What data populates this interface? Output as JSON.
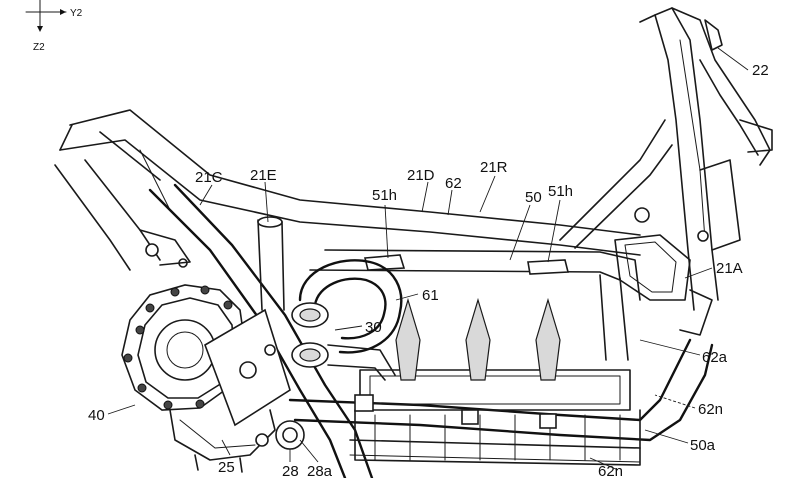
{
  "axes": {
    "horizontal": "Y2",
    "vertical": "Z2"
  },
  "labels": {
    "l22": "22",
    "l21C": "21C",
    "l21E": "21E",
    "l21D": "21D",
    "l62top": "62",
    "l21R": "21R",
    "l51h_left": "51h",
    "l50": "50",
    "l51h_right": "51h",
    "l21A": "21A",
    "l61": "61",
    "l30": "30",
    "l62a": "62a",
    "l62n_mid": "62n",
    "l50a": "50a",
    "l62n_bottom": "62n",
    "l40": "40",
    "l25": "25",
    "l28": "28",
    "l28a": "28a"
  }
}
